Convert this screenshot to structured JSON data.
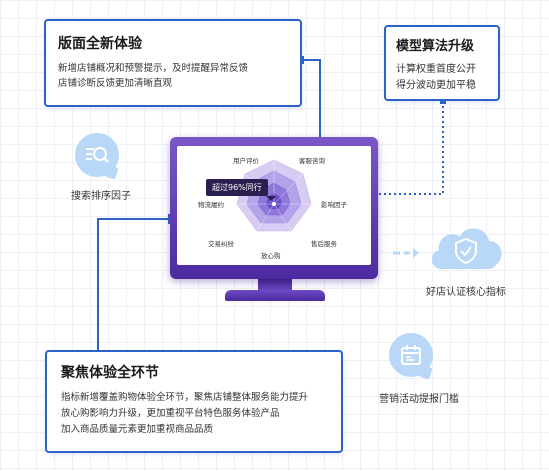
{
  "top_left": {
    "title": "版面全新体验",
    "lines": [
      "新增店铺概况和预警提示，及时提醒异常反馈",
      "店铺诊断反馈更加清晰直观"
    ]
  },
  "top_right": {
    "title": "模型算法升级",
    "lines": [
      "计算权重首度公开",
      "得分波动更加平稳"
    ]
  },
  "bottom": {
    "title": "聚焦体验全环节",
    "lines": [
      "指标新增覆盖购物体验全环节，聚焦店铺整体服务能力提升",
      "放心购影响力升级，更加重视平台特色服务体验产品",
      "加入商品质量元素更加重视商品品质"
    ]
  },
  "radar": {
    "badge": "超过96%同行",
    "axes": [
      "用户评价",
      "客服咨询",
      "影响因子",
      "售后服务",
      "放心购",
      "交易纠纷",
      "物流履约"
    ],
    "colors": {
      "outer": "#d9ccf3",
      "mid": "#b4a2ea",
      "inner": "#8f77dc",
      "core": "#6b4fca"
    }
  },
  "side_items": {
    "search": {
      "label": "搜索排序因子",
      "icon": "search-document-icon"
    },
    "trust": {
      "label": "好店认证核心指标",
      "icon": "shield-check-cloud-icon"
    },
    "marketing": {
      "label": "营销活动提报门槛",
      "icon": "calendar-icon"
    }
  },
  "colors": {
    "accent": "#2b63c8",
    "monitor": "#5b36b0",
    "bubble": "#b9d7f6"
  }
}
